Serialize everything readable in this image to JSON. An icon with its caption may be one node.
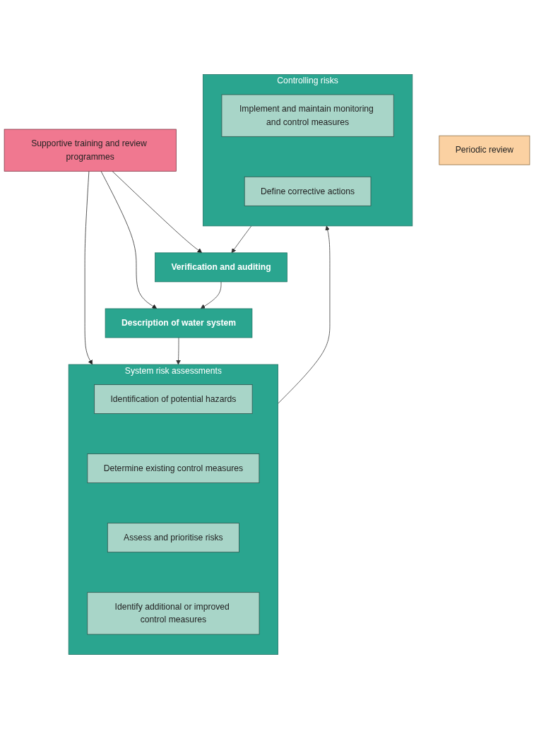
{
  "diagram": {
    "nodes": [
      {
        "text": [
          "Supportive training and review programmes"
        ]
      },
      {
        "text": [
          "Description of water system"
        ]
      },
      {
        "text": [
          "System risk assessments"
        ]
      },
      {
        "text": [
          "Identification of potential hazards"
        ],
        "in": 2
      },
      {
        "text": [
          "Determine existing control measures"
        ],
        "in": 2
      },
      {
        "text": [
          "Assess and prioritise risks"
        ],
        "in": 2
      },
      {
        "text": [
          "Identify additional or improved control measures"
        ],
        "in": 2
      },
      {
        "text": [
          "Controlling risks"
        ]
      },
      {
        "text": [
          "Implement and maintain monitoring and control measures"
        ],
        "in": 7
      },
      {
        "text": [
          "Define corrective actions"
        ],
        "in": 7
      },
      {
        "text": [
          "Verification and auditing"
        ]
      },
      {
        "text": [
          "Periodic review"
        ]
      }
    ],
    "edges": [
      {
        "from": 0,
        "to": 1,
        "arrow": "to"
      },
      {
        "from": 0,
        "to": 2,
        "arrow": "to"
      },
      {
        "from": 0,
        "to": 10,
        "arrow": "to"
      },
      {
        "from": 1,
        "to": 2,
        "arrow": "to"
      },
      {
        "from": 2,
        "to": 7,
        "arrow": "to"
      },
      {
        "from": 7,
        "to": 10,
        "arrow": "to"
      },
      {
        "from": 10,
        "to": 1,
        "arrow": "to"
      }
    ]
  }
}
